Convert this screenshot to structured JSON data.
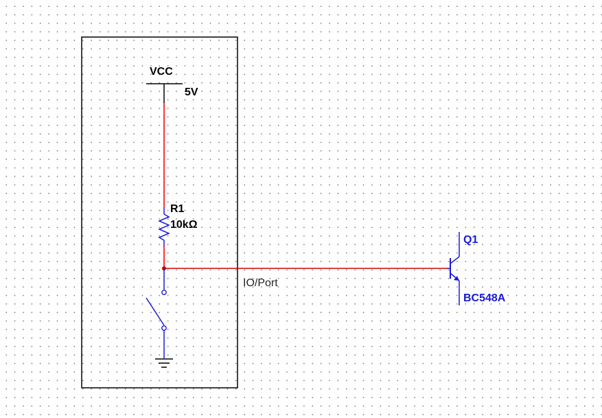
{
  "colors": {
    "wire_power": "#ff0000",
    "wire_io": "#cc0000",
    "wire_ground": "#1a1ad6",
    "component_blue": "#1a1ad6",
    "outline": "#000000"
  },
  "vcc": {
    "label": "VCC",
    "value": "5V"
  },
  "r1": {
    "ref": "R1",
    "value": "10kΩ"
  },
  "net": {
    "io_label": "IO/Port"
  },
  "q1": {
    "ref": "Q1",
    "part": "BC548A"
  }
}
